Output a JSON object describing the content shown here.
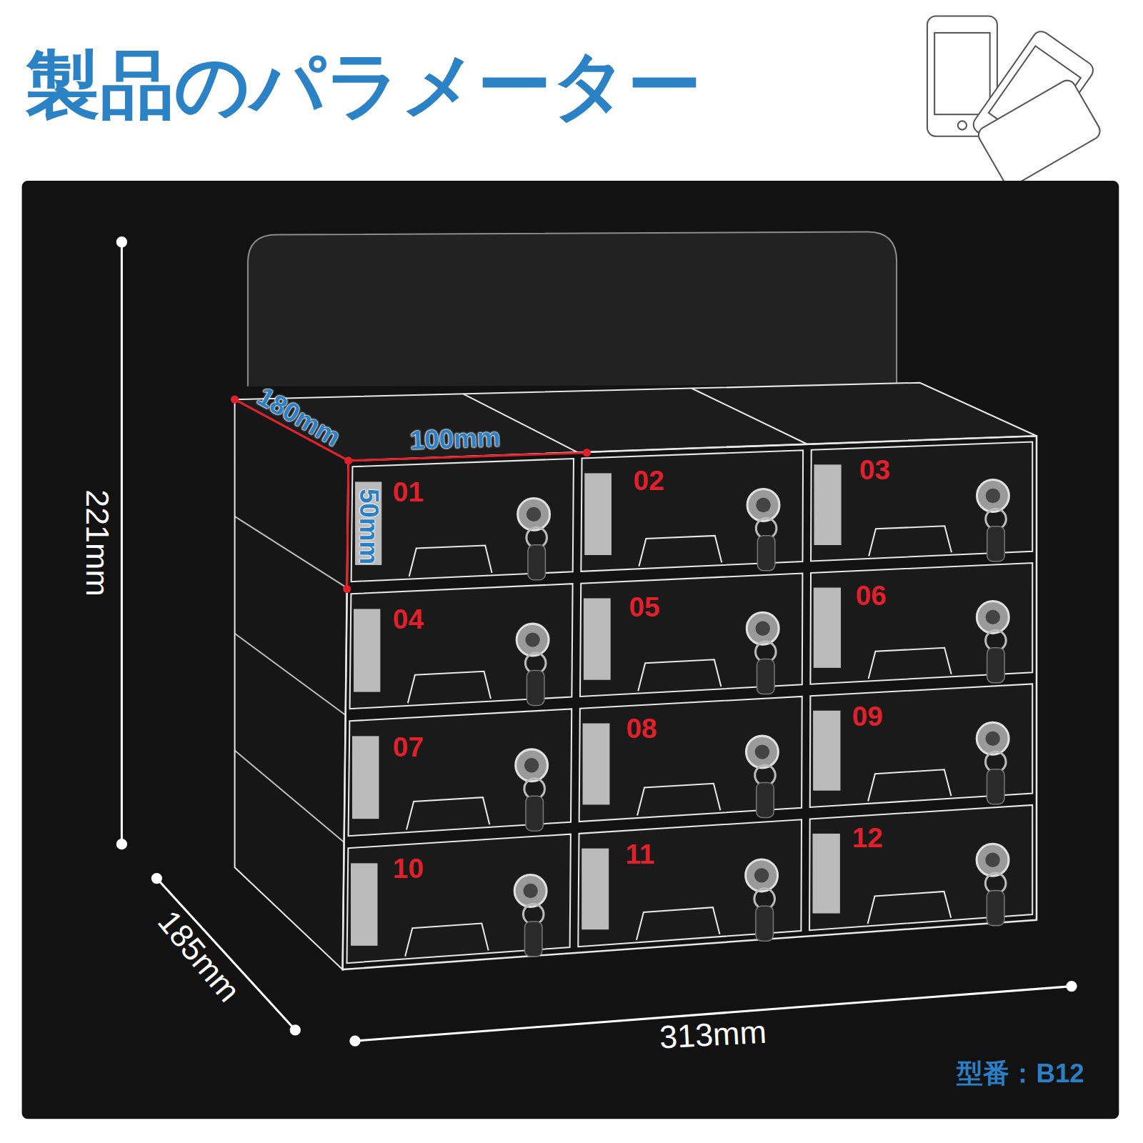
{
  "diagram": {
    "title": "製品のパラメーター",
    "labels": [
      "180mm",
      "100mm",
      "50mm",
      "01",
      "02",
      "03",
      "04",
      "05",
      "06",
      "07",
      "08",
      "09",
      "10",
      "11",
      "12",
      "221mm",
      "185mm",
      "313mm",
      "型番：B12"
    ]
  }
}
